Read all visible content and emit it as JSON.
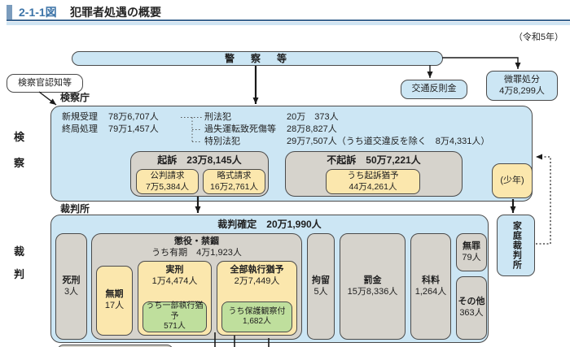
{
  "header": {
    "fig_no": "2-1-1図",
    "title": "犯罪者処遇の概要",
    "year_note": "（令和5年）"
  },
  "police_bar": {
    "label": "警　察　等"
  },
  "traffic_fine": {
    "label": "交通反則金"
  },
  "minor_offense": {
    "line1": "微罪処分",
    "line2": "4万8,299人"
  },
  "prosecutor_referral": {
    "label": "検察官認知等"
  },
  "prosecution": {
    "agency_label": "検察庁",
    "side_label_1": "検",
    "side_label_2": "察",
    "stats": [
      {
        "label": "新規受理",
        "value": "78万6,707人"
      },
      {
        "label": "終局処理",
        "value": "79万1,457人"
      }
    ],
    "categories": [
      {
        "label": "刑法犯",
        "value": "20万　373人"
      },
      {
        "label": "過失運転致死傷等",
        "value": "28万8,827人"
      },
      {
        "label": "特別法犯",
        "value": "29万7,507人（うち道交違反を除く　8万4,331人）"
      }
    ],
    "prosecuted": {
      "title": "起訴　23万8,145人",
      "items": [
        {
          "line1": "公判請求",
          "line2": "7万5,384人"
        },
        {
          "line1": "略式請求",
          "line2": "16万2,761人"
        }
      ]
    },
    "not_prosecuted": {
      "title": "不起訴　50万7,221人",
      "item": {
        "line1": "うち起訴猶予",
        "line2": "44万4,261人"
      }
    },
    "juvenile": {
      "label": "(少年)"
    }
  },
  "court": {
    "label": "裁判所",
    "side_label_1": "裁",
    "side_label_2": "判",
    "confirmed_title": "裁判確定　20万1,990人",
    "death": {
      "line1": "死刑",
      "line2": "3人"
    },
    "imprisonment": {
      "title": "懲役・禁錮",
      "subtitle": "うち有期　4万1,923人",
      "life": {
        "line1": "無期",
        "line2": "17人"
      },
      "actual": {
        "title": "実刑",
        "value": "1万4,474人",
        "sub": {
          "line1": "うち一部執行猶予",
          "line2": "571人"
        }
      },
      "suspended": {
        "title": "全部執行猶予",
        "value": "2万7,449人",
        "sub": {
          "line1": "うち保護観察付",
          "line2": "1,682人"
        }
      }
    },
    "detention": {
      "line1": "拘留",
      "line2": "5人"
    },
    "fine": {
      "line1": "罰金",
      "line2": "15万8,336人"
    },
    "petty_fine": {
      "line1": "科料",
      "line2": "1,264人"
    },
    "acquittal": {
      "line1": "無罪",
      "line2": "79人"
    },
    "other": {
      "line1": "その他",
      "line2": "363人"
    }
  },
  "family_court": {
    "label": "家庭裁判所"
  },
  "colors": {
    "accent_blue": "#7b9cbd",
    "title_blue": "#3d74a8",
    "rule_dark": "#3c6590",
    "rule_light": "#cfe4f2",
    "box_blue": "#cce6f4",
    "box_gray": "#d6d3cc",
    "box_yellow": "#fbe7ad",
    "box_green": "#bfdf9d"
  }
}
